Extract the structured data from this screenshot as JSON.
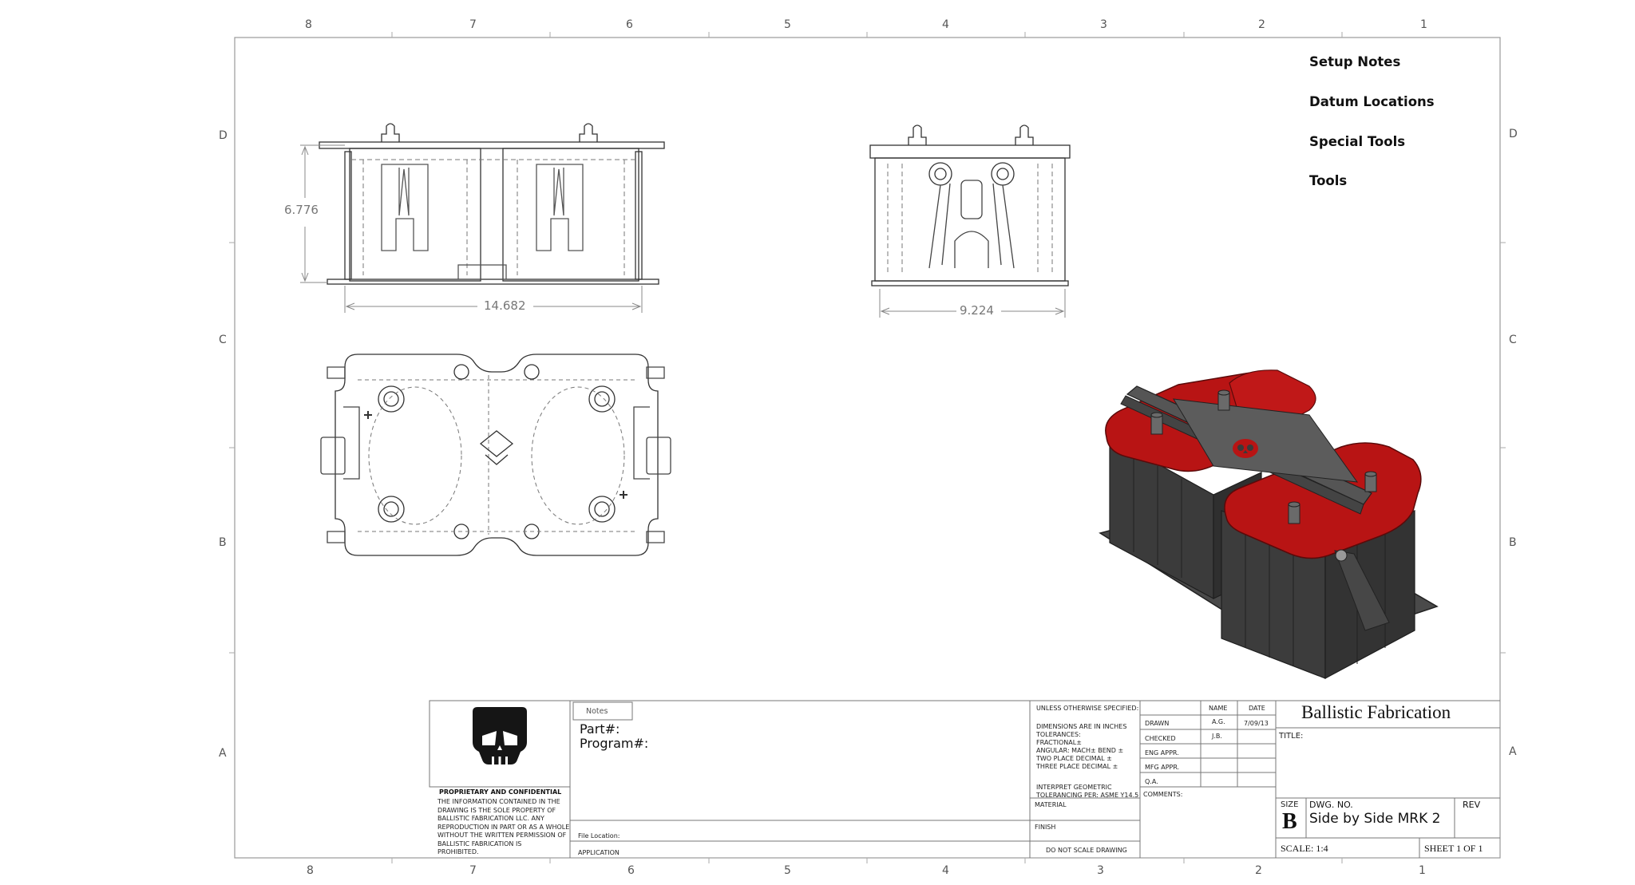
{
  "zones": {
    "columns": [
      "8",
      "7",
      "6",
      "5",
      "4",
      "3",
      "2",
      "1"
    ],
    "rows": [
      "D",
      "C",
      "B",
      "A"
    ]
  },
  "notes_menu": {
    "items": [
      "Setup Notes",
      "Datum Locations",
      "Special Tools",
      "Tools"
    ]
  },
  "dimensions": {
    "front_height": "6.776",
    "front_width": "14.682",
    "side_width": "9.224"
  },
  "title_block": {
    "notes_tab": "Notes",
    "part_label": "Part#:",
    "program_label": "Program#:",
    "file_location": "File Location:",
    "application": "APPLICATION",
    "proprietary_title": "PROPRIETARY AND CONFIDENTIAL",
    "proprietary_text": [
      "THE INFORMATION CONTAINED IN THE",
      "DRAWING IS THE SOLE PROPERTY OF",
      "BALLISTIC FABRICATION LLC.  ANY",
      "REPRODUCTION IN PART OR AS A WHOLE",
      "WITHOUT THE WRITTEN PERMISSION OF",
      "BALLISTIC FABRICATION IS",
      "PROHIBITED."
    ],
    "tolerance_header": "UNLESS OTHERWISE SPECIFIED:",
    "tolerance_lines": [
      "DIMENSIONS ARE IN INCHES",
      "TOLERANCES:",
      "FRACTIONAL±",
      "ANGULAR: MACH±    BEND ±",
      "TWO PLACE DECIMAL    ±",
      "THREE PLACE DECIMAL  ±"
    ],
    "geometric_lines": [
      "INTERPRET GEOMETRIC",
      "TOLERANCING PER: ASME Y14.5"
    ],
    "material": "MATERIAL",
    "finish": "FINISH",
    "do_not_scale": "DO NOT SCALE DRAWING",
    "name_header": "NAME",
    "date_header": "DATE",
    "rows": [
      {
        "label": "DRAWN",
        "name": "A.G.",
        "date": "7/09/13"
      },
      {
        "label": "CHECKED",
        "name": "J.B.",
        "date": ""
      },
      {
        "label": "ENG APPR.",
        "name": "",
        "date": ""
      },
      {
        "label": "MFG APPR.",
        "name": "",
        "date": ""
      },
      {
        "label": "Q.A.",
        "name": "",
        "date": ""
      }
    ],
    "comments": "COMMENTS:",
    "company": "Ballistic Fabrication",
    "title_label": "TITLE:",
    "size_label": "SIZE",
    "size_value": "B",
    "dwg_no_label": "DWG.  NO.",
    "dwg_no_value": "Side by Side MRK 2",
    "rev_label": "REV",
    "scale": "SCALE: 1:4",
    "sheet": "SHEET 1 OF 1"
  },
  "colors": {
    "border": "#888888",
    "line": "#333333",
    "accent_red": "#b81414",
    "battery_gray": "#3c3c3c"
  }
}
